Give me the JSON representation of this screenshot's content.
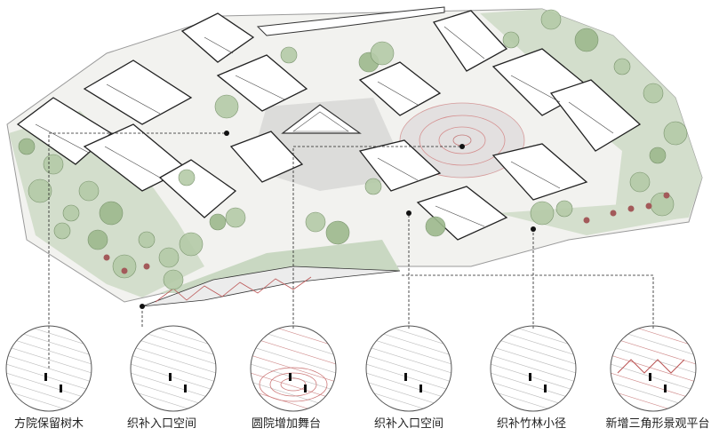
{
  "vignettes": [
    {
      "label": "方院保留树木"
    },
    {
      "label": "织补入口空间"
    },
    {
      "label": "圆院增加舞台"
    },
    {
      "label": "织补入口空间"
    },
    {
      "label": "织补竹林小径"
    },
    {
      "label": "新增三角形景观平台"
    }
  ]
}
